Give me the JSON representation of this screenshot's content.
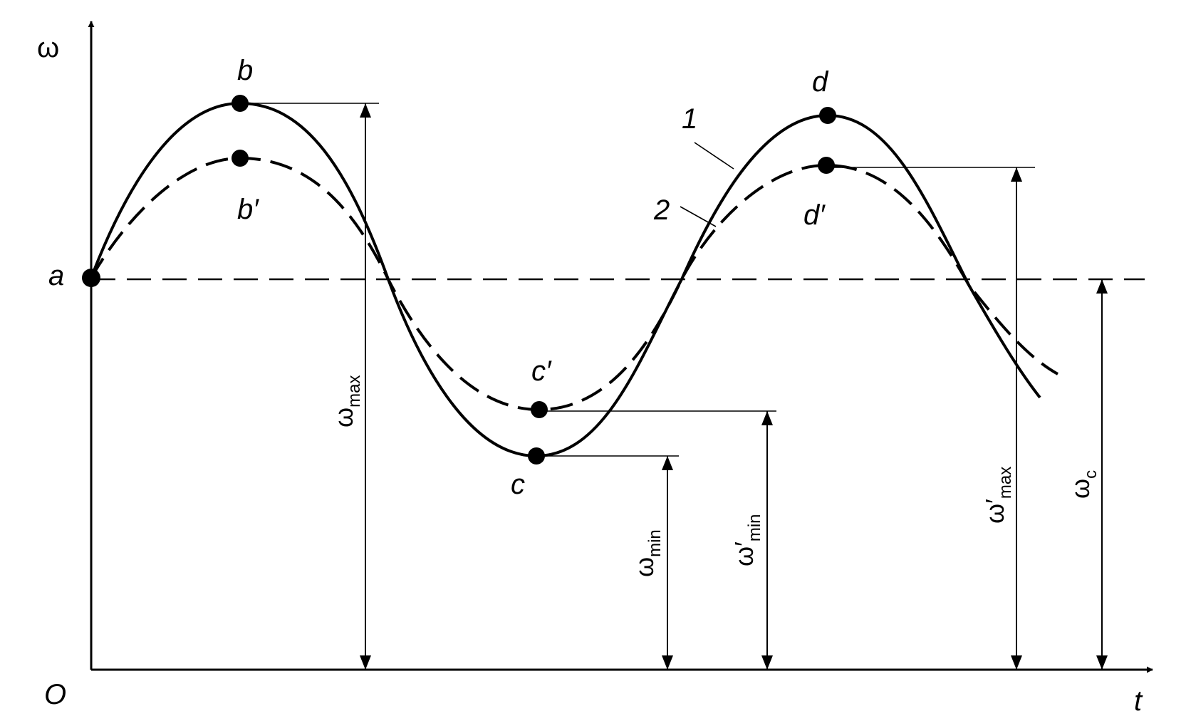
{
  "axes": {
    "y_label": "ω",
    "x_label": "t",
    "origin_label": "O"
  },
  "points": {
    "a": "a",
    "b": "b",
    "b_prime": "b′",
    "c": "c",
    "c_prime": "c′",
    "d": "d",
    "d_prime": "d′"
  },
  "curve_labels": {
    "solid": "1",
    "dashed": "2"
  },
  "dimensions": {
    "omega_max": {
      "base": "ω",
      "sub": "max"
    },
    "omega_max_prime": {
      "base": "ω′",
      "sub": "max"
    },
    "omega_min": {
      "base": "ω",
      "sub": "min"
    },
    "omega_min_prime": {
      "base": "ω′",
      "sub": "min"
    },
    "omega_c": {
      "base": "ω",
      "sub": "c"
    }
  },
  "style": {
    "line_color": "#000000",
    "background": "#ffffff"
  }
}
